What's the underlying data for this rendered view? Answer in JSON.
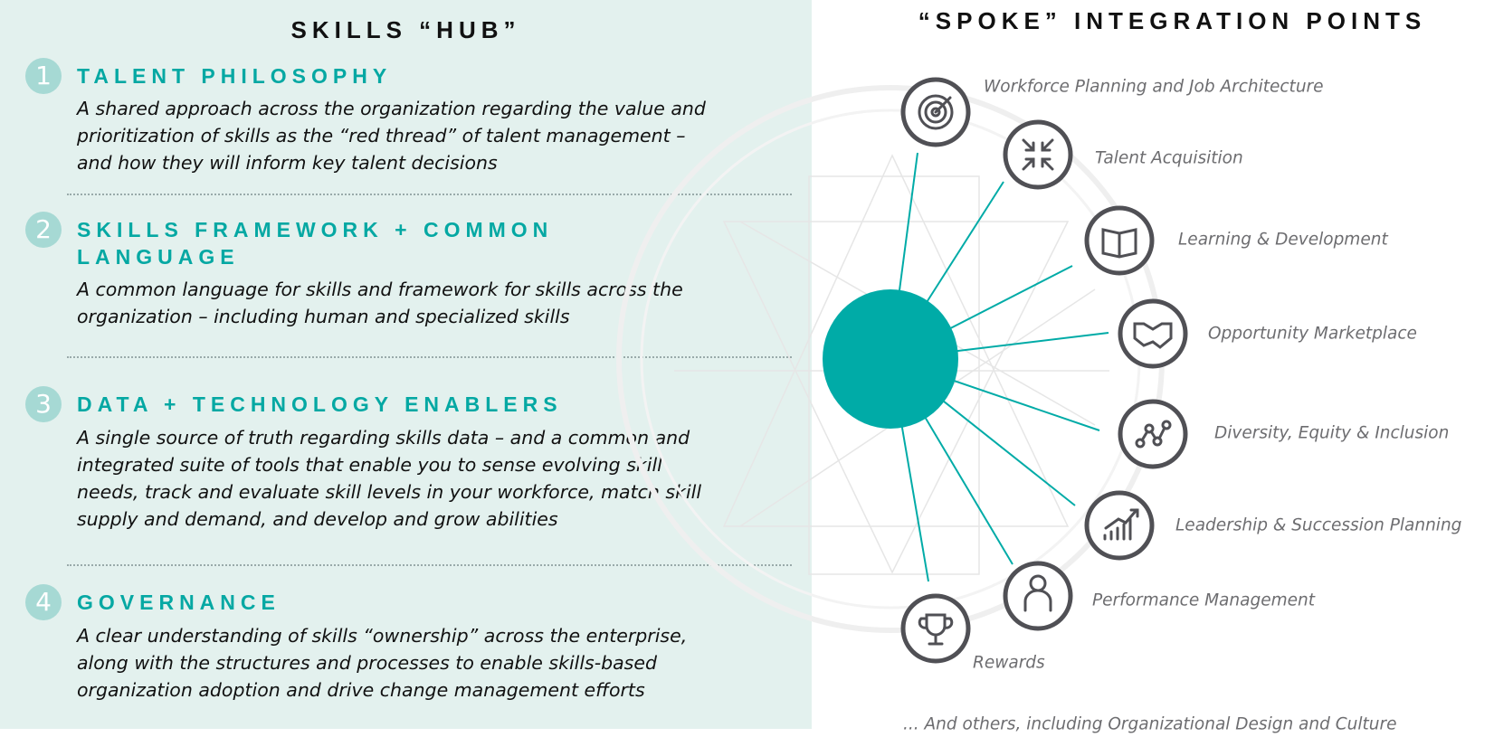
{
  "hub": {
    "title": "SKILLS “HUB”",
    "items": [
      {
        "number": "1",
        "heading": "TALENT PHILOSOPHY",
        "lines": [
          "A shared approach across the organization regarding the value and",
          "prioritization of skills as the “red thread” of talent management –",
          "and how they will inform key talent decisions"
        ]
      },
      {
        "number": "2",
        "heading_lines": [
          "SKILLS FRAMEWORK + COMMON",
          "LANGUAGE"
        ],
        "lines": [
          "A common language for skills and framework for skills across the",
          "organization – including human and specialized skills"
        ]
      },
      {
        "number": "3",
        "heading": "DATA + TECHNOLOGY ENABLERS",
        "lines": [
          "A single source of truth regarding skills data – and a common and",
          "integrated suite of tools that enable you to sense evolving skill",
          "needs, track and evaluate skill levels in your workforce, match skill",
          "supply and demand, and develop and grow abilities"
        ]
      },
      {
        "number": "4",
        "heading": "GOVERNANCE",
        "lines": [
          "A clear understanding of skills “ownership” across the enterprise,",
          "along with the structures and processes to enable skills-based",
          "organization adoption and drive change management efforts"
        ]
      }
    ]
  },
  "spoke": {
    "title": "“SPOKE” INTEGRATION POINTS",
    "points": [
      {
        "label": "Workforce Planning and Job Architecture",
        "icon": "target-icon"
      },
      {
        "label": "Talent Acquisition",
        "icon": "arrows-inward-icon"
      },
      {
        "label": "Learning & Development",
        "icon": "open-book-icon"
      },
      {
        "label": "Opportunity Marketplace",
        "icon": "handshake-icon"
      },
      {
        "label": "Diversity, Equity & Inclusion",
        "icon": "connected-nodes-icon"
      },
      {
        "label": "Leadership & Succession Planning",
        "icon": "growth-chart-icon"
      },
      {
        "label": "Performance Management",
        "icon": "person-icon"
      },
      {
        "label": "Rewards",
        "icon": "trophy-icon"
      }
    ],
    "footer": "... And others, including Organizational Design and Culture"
  },
  "colors": {
    "teal": "#00aba7",
    "panel": "#e3f1ee",
    "number_circle": "#a6d9d4",
    "icon_stroke": "#505055"
  }
}
